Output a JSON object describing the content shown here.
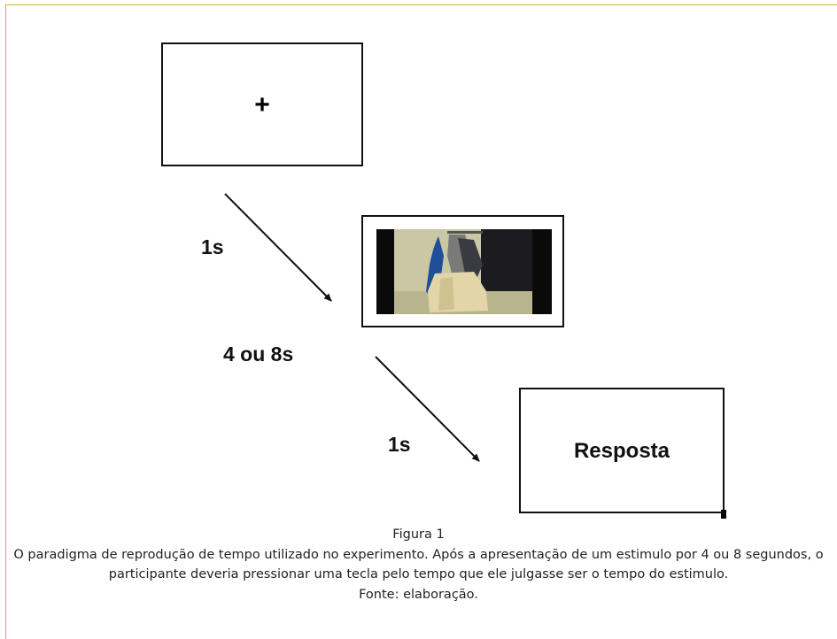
{
  "figure": {
    "fixation_symbol": "+",
    "stimulus_image": "photo of clothes on a rack",
    "response_label": "Resposta",
    "interval_labels": [
      "1s",
      "4 ou 8s",
      "1s"
    ]
  },
  "caption": {
    "title": "Figura 1",
    "text": "O paradigma de reprodução de tempo utilizado no experimento. Após a apresentação de um estimulo por 4 ou 8 segundos, o participante deveria pressionar uma tecla pelo tempo que ele julgasse ser o tempo do estimulo.",
    "source": "Fonte: elaboração."
  },
  "colors": {
    "frame_accent": "#d9a64a",
    "line": "#111111"
  }
}
